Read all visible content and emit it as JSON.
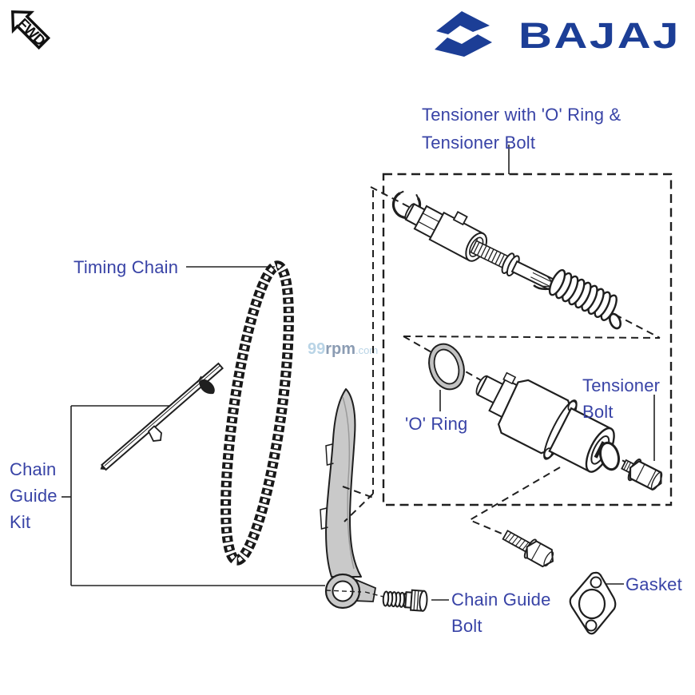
{
  "header": {
    "fwd_marker": "FWD",
    "brand_wordmark": "BAJAJ"
  },
  "watermark": {
    "part1": "99",
    "part2": "rpm",
    "part3": ".com"
  },
  "callouts": {
    "tensioner_group": {
      "line1": "Tensioner with 'O' Ring &",
      "line2": "Tensioner Bolt"
    },
    "timing_chain": {
      "text": "Timing Chain"
    },
    "chain_guide_kit": {
      "line1": "Chain",
      "line2": "Guide",
      "line3": "Kit"
    },
    "o_ring": {
      "text": "'O' Ring"
    },
    "tensioner_bolt": {
      "line1": "Tensioner",
      "line2": "Bolt"
    },
    "chain_guide_bolt": {
      "line1": "Chain Guide",
      "line2": "Bolt"
    },
    "gasket": {
      "text": "Gasket"
    }
  },
  "colors": {
    "background": "#ffffff",
    "label_text": "#3843a6",
    "brand_blue": "#1c3e96",
    "line_art": "#1f1f1f",
    "part_gray": "#c9c9c9",
    "o_ring_gray": "#c2c2c2",
    "watermark_light": "#b9d4e6",
    "watermark_dark": "#8b9cb3"
  }
}
